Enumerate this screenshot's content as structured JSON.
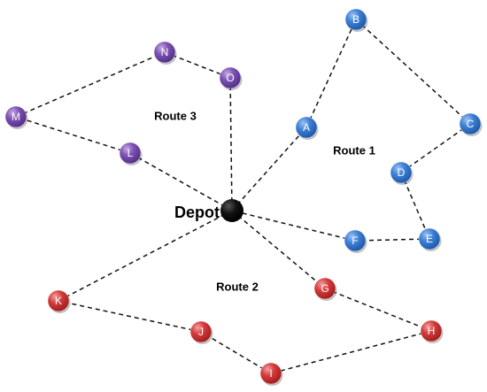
{
  "depot": {
    "label": "Depot"
  },
  "routes": [
    {
      "label": "Route 1",
      "color": "#3d7dd1",
      "nodes": [
        "A",
        "B",
        "C",
        "D",
        "E",
        "F"
      ]
    },
    {
      "label": "Route 2",
      "color": "#d13a3a",
      "nodes": [
        "G",
        "H",
        "I",
        "J",
        "K"
      ]
    },
    {
      "label": "Route 3",
      "color": "#7a4fb0",
      "nodes": [
        "L",
        "M",
        "N",
        "O"
      ]
    }
  ],
  "nodes": [
    {
      "id": "A",
      "label": "A",
      "route": 0
    },
    {
      "id": "B",
      "label": "B",
      "route": 0
    },
    {
      "id": "C",
      "label": "C",
      "route": 0
    },
    {
      "id": "D",
      "label": "D",
      "route": 0
    },
    {
      "id": "E",
      "label": "E",
      "route": 0
    },
    {
      "id": "F",
      "label": "F",
      "route": 0
    },
    {
      "id": "G",
      "label": "G",
      "route": 1
    },
    {
      "id": "H",
      "label": "H",
      "route": 1
    },
    {
      "id": "I",
      "label": "I",
      "route": 1
    },
    {
      "id": "J",
      "label": "J",
      "route": 1
    },
    {
      "id": "K",
      "label": "K",
      "route": 1
    },
    {
      "id": "L",
      "label": "L",
      "route": 2
    },
    {
      "id": "M",
      "label": "M",
      "route": 2
    },
    {
      "id": "N",
      "label": "N",
      "route": 2
    },
    {
      "id": "O",
      "label": "O",
      "route": 2
    }
  ]
}
